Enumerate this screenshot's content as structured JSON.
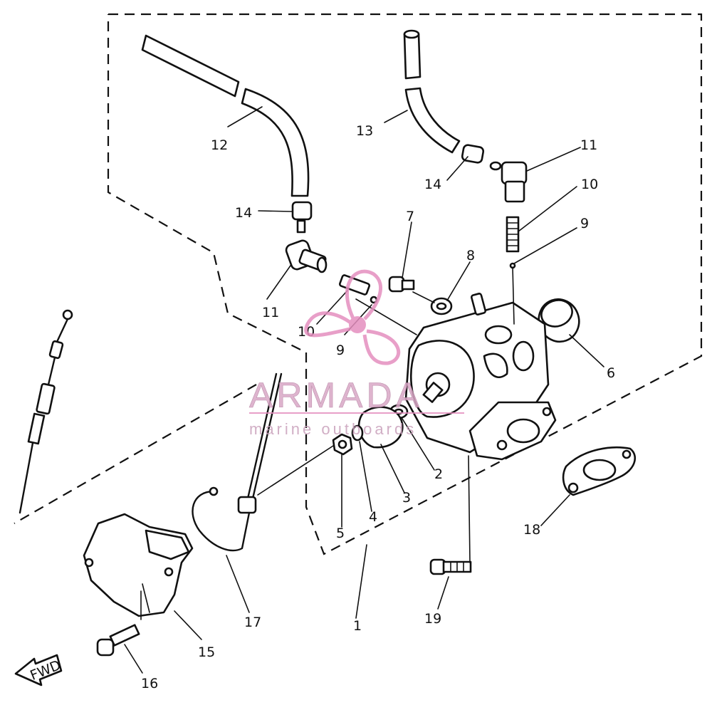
{
  "labels": {
    "p1": "1",
    "p2": "2",
    "p3": "3",
    "p4": "4",
    "p5": "5",
    "p6": "6",
    "p7": "7",
    "p8": "8",
    "p9a": "9",
    "p9b": "9",
    "p10a": "10",
    "p10b": "10",
    "p11a": "11",
    "p11b": "11",
    "p12": "12",
    "p13": "13",
    "p14a": "14",
    "p14b": "14",
    "p15": "15",
    "p16": "16",
    "p17": "17",
    "p18": "18",
    "p19": "19"
  },
  "fwd_label": "FWD",
  "watermark": {
    "brand": "ARMADA",
    "tagline": "marine outboards",
    "color": "#e58fbf"
  }
}
